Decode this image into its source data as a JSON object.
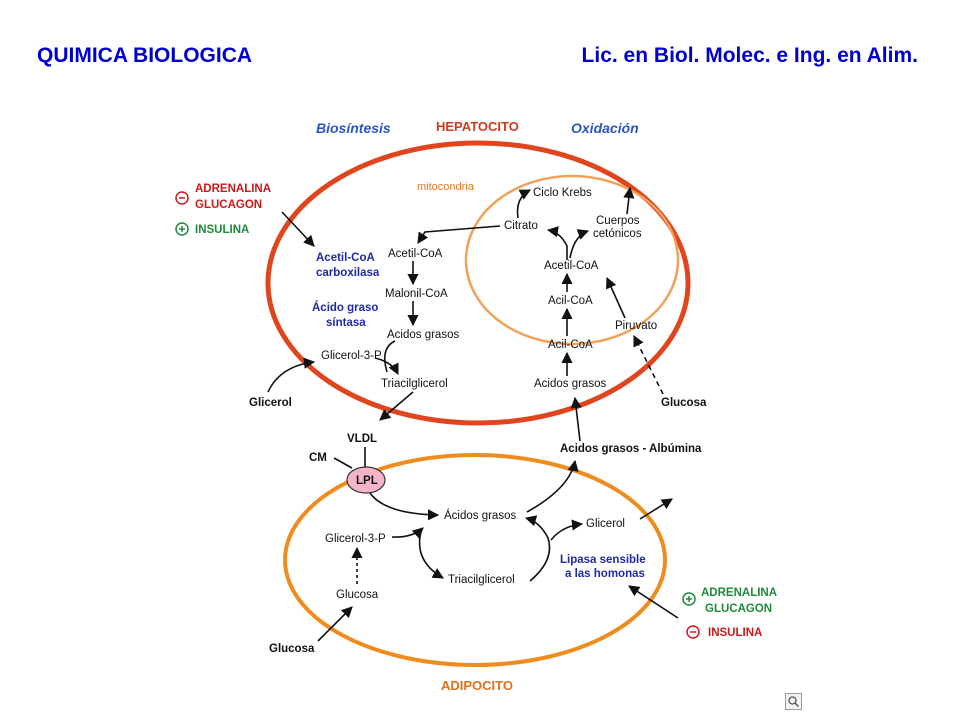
{
  "header": {
    "left": "QUIMICA BIOLOGICA",
    "right": "Lic. en Biol. Molec. e Ing. en Alim."
  },
  "diagram": {
    "hepatocyte": {
      "title": "HEPATOCITO",
      "biosynthesis": "Biosíntesis",
      "oxidation": "Oxidación",
      "mitochondria": "mitocondria",
      "regulators_top": [
        "ADRENALINA",
        "GLUCAGON"
      ],
      "regulator_insulin": "INSULINA",
      "enzyme_acc": [
        "Acetil-CoA",
        "carboxilasa"
      ],
      "enzyme_fas": [
        "Ácido graso",
        "síntasa"
      ],
      "left_chain": [
        "Acetil-CoA",
        "Malonil-CoA",
        "Acidos grasos",
        "Glicerol-3-P",
        "Triacilglicerol"
      ],
      "glicerol": "Glicerol",
      "right_chain": [
        "Ciclo Krebs",
        "Citrato",
        "Cuerpos",
        "cetónicos",
        "Acetil-CoA",
        "Acil-CoA",
        "Piruvato",
        "Acil-CoA",
        "Acidos grasos"
      ],
      "glucosa": "Glucosa"
    },
    "transport": {
      "vldl": "VLDL",
      "cm": "CM",
      "lpl": "LPL",
      "fa_albumin": "Acidos grasos - Albúmina"
    },
    "adipocyte": {
      "title": "ADIPOCITO",
      "acidos_grasos": "Ácidos grasos",
      "glicerol": "Glicerol",
      "glicerol3p": "Glicerol-3-P",
      "lipase": [
        "Lipasa sensible",
        "a las homonas"
      ],
      "triacilglicerol": "Triacilglicerol",
      "glucosa_in": "Glucosa",
      "glucosa_out": "Glucosa",
      "regulators": [
        "ADRENALINA",
        "GLUCAGON"
      ],
      "regulator_insulin": "INSULINA"
    }
  },
  "colors": {
    "header": "#0000cc",
    "hepatocyte_membrane": "#e0451e",
    "mitochondria_membrane": "#efa35a",
    "adipocyte_membrane": "#ef8c1e",
    "lpl_fill": "#f5b5c8"
  },
  "icons": [
    "minus-circle-icon",
    "plus-circle-icon",
    "zoom-icon"
  ]
}
